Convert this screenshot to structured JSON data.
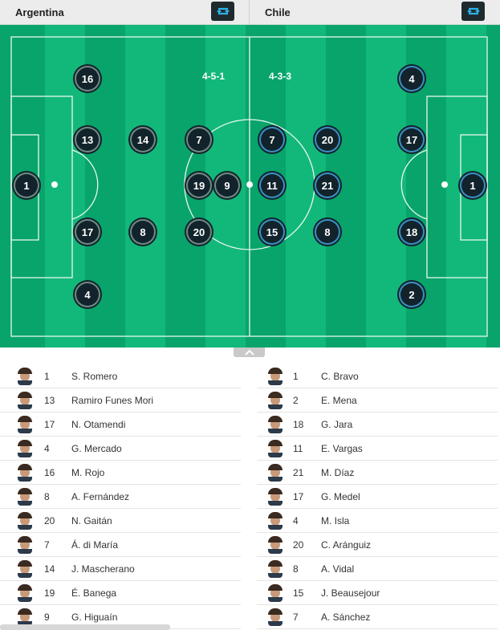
{
  "home": {
    "team": "Argentina",
    "formation": "4-5-1",
    "lineup": [
      {
        "number": "1",
        "name": "S. Romero"
      },
      {
        "number": "13",
        "name": "Ramiro Funes Mori"
      },
      {
        "number": "17",
        "name": "N. Otamendi"
      },
      {
        "number": "4",
        "name": "G. Mercado"
      },
      {
        "number": "16",
        "name": "M. Rojo"
      },
      {
        "number": "8",
        "name": "A. Fernández"
      },
      {
        "number": "20",
        "name": "N. Gaitán"
      },
      {
        "number": "7",
        "name": "Á. di María"
      },
      {
        "number": "14",
        "name": "J. Mascherano"
      },
      {
        "number": "19",
        "name": "É. Banega"
      },
      {
        "number": "9",
        "name": "G. Higuaín"
      }
    ],
    "pitch_numbers": [
      "16",
      "13",
      "14",
      "7",
      "1",
      "19",
      "9",
      "17",
      "8",
      "20",
      "4"
    ]
  },
  "away": {
    "team": "Chile",
    "formation": "4-3-3",
    "lineup": [
      {
        "number": "1",
        "name": "C. Bravo"
      },
      {
        "number": "2",
        "name": "E. Mena"
      },
      {
        "number": "18",
        "name": "G. Jara"
      },
      {
        "number": "11",
        "name": "E. Vargas"
      },
      {
        "number": "21",
        "name": "M. Díaz"
      },
      {
        "number": "17",
        "name": "G. Medel"
      },
      {
        "number": "4",
        "name": "M. Isla"
      },
      {
        "number": "20",
        "name": "C. Aránguiz"
      },
      {
        "number": "8",
        "name": "A. Vidal"
      },
      {
        "number": "15",
        "name": "J. Beausejour"
      },
      {
        "number": "7",
        "name": "A. Sánchez"
      }
    ],
    "pitch_numbers": [
      "4",
      "7",
      "20",
      "17",
      "11",
      "21",
      "1",
      "15",
      "8",
      "18",
      "2"
    ]
  },
  "colors": {
    "pitch_dark": "#08a46b",
    "pitch_light": "#12b87a",
    "home_ring": "#6f8a84",
    "away_ring": "#3b8fc4"
  },
  "icons": {
    "swap": "swap-arrows-icon",
    "collapse": "chevron-up-icon"
  }
}
